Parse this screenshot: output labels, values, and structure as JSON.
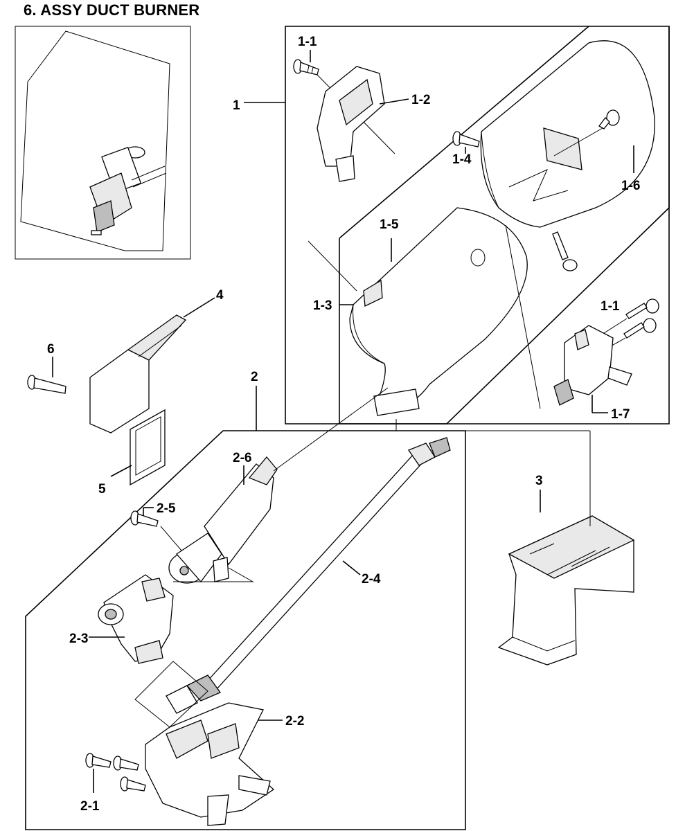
{
  "title": "6. ASSY DUCT BURNER",
  "callouts": {
    "c1": "1",
    "c1_1a": "1-1",
    "c1_2": "1-2",
    "c1_3": "1-3",
    "c1_4": "1-4",
    "c1_5": "1-5",
    "c1_6": "1-6",
    "c1_1b": "1-1",
    "c1_7": "1-7",
    "c2": "2",
    "c2_1": "2-1",
    "c2_2": "2-2",
    "c2_3": "2-3",
    "c2_4": "2-4",
    "c2_5": "2-5",
    "c2_6": "2-6",
    "c3": "3",
    "c4": "4",
    "c5": "5",
    "c6": "6"
  }
}
